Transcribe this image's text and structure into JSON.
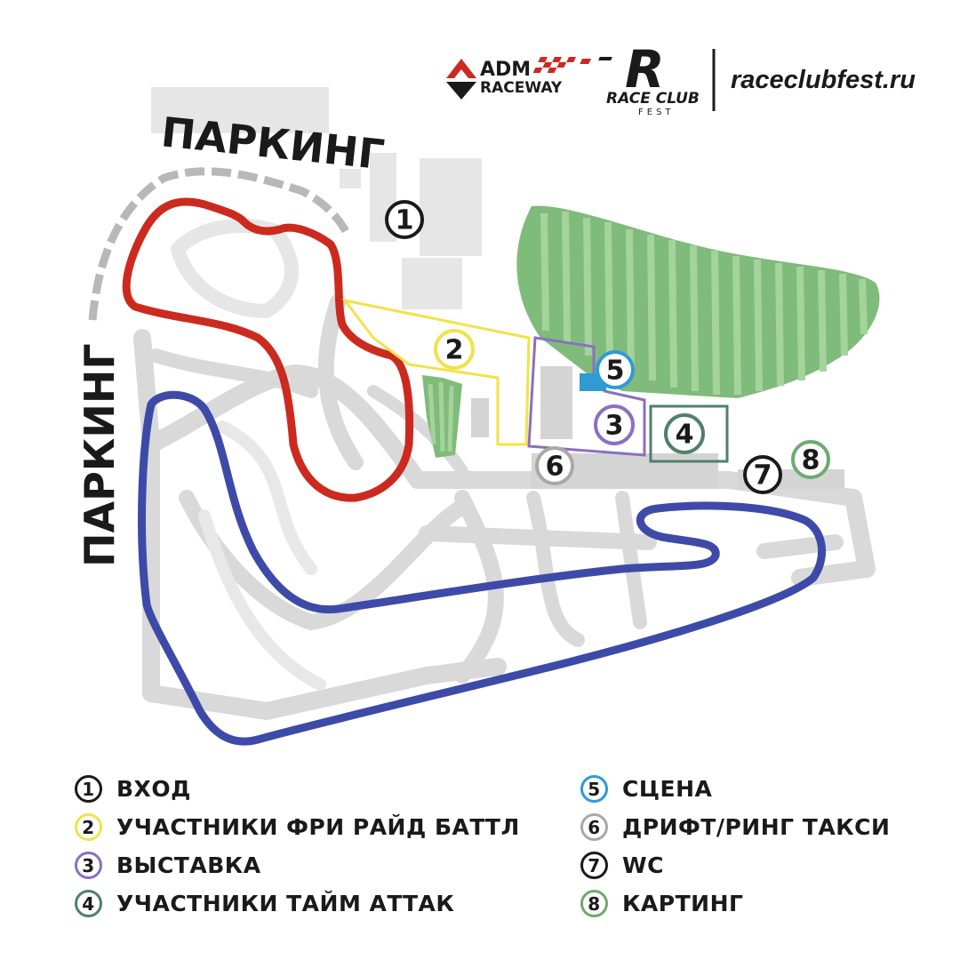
{
  "header": {
    "adm_logo": {
      "line1": "ADM",
      "line2": "RACEWAY"
    },
    "rcf_logo": {
      "letter": "R",
      "line1": "RACE CLUB",
      "line2": "FEST"
    },
    "site": "raceclubfest.ru"
  },
  "map": {
    "parking_top": "ПАРКИНГ",
    "parking_left": "ПАРКИНГ",
    "markers": [
      {
        "num": "1",
        "color": "#1a1a1a"
      },
      {
        "num": "2",
        "color": "#f2e24a"
      },
      {
        "num": "3",
        "color": "#8a6fc4"
      },
      {
        "num": "4",
        "color": "#4f7f6d"
      },
      {
        "num": "5",
        "color": "#2f9ad6"
      },
      {
        "num": "6",
        "color": "#a8a8a8"
      },
      {
        "num": "7",
        "color": "#1a1a1a"
      },
      {
        "num": "8",
        "color": "#6faa6f"
      }
    ],
    "colors": {
      "red_track": "#cc2a1f",
      "blue_track": "#3e4aa8",
      "grass": "#7fbb7a",
      "grass_light": "#a5d39c",
      "road": "#d7d7d7"
    }
  },
  "legend": {
    "left": [
      {
        "num": "1",
        "label": "ВХОД",
        "color": "#1a1a1a"
      },
      {
        "num": "2",
        "label": "УЧАСТНИКИ ФРИ РАЙД БАТТЛ",
        "color": "#f2e24a"
      },
      {
        "num": "3",
        "label": "ВЫСТАВКА",
        "color": "#8a6fc4"
      },
      {
        "num": "4",
        "label": "УЧАСТНИКИ ТАЙМ АТТАК",
        "color": "#4f7f6d"
      }
    ],
    "right": [
      {
        "num": "5",
        "label": "СЦЕНА",
        "color": "#2f9ad6"
      },
      {
        "num": "6",
        "label": "ДРИФТ/РИНГ ТАКСИ",
        "color": "#a8a8a8"
      },
      {
        "num": "7",
        "label": "WC",
        "color": "#1a1a1a"
      },
      {
        "num": "8",
        "label": "КАРТИНГ",
        "color": "#6faa6f"
      }
    ]
  }
}
